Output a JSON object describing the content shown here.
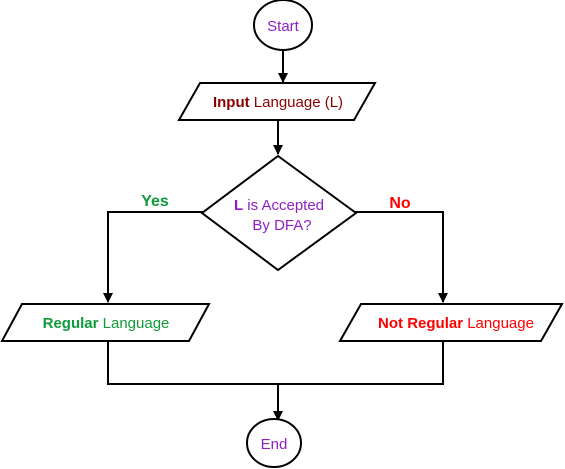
{
  "colors": {
    "stroke": "#000000",
    "purple": "#8e1fc4",
    "dark_red": "#8b0000",
    "green": "#0f9a3b",
    "red": "#ff0000"
  },
  "nodes": {
    "start": {
      "label": "Start"
    },
    "input": {
      "bold": "Input",
      "rest": " Language (L)"
    },
    "decision": {
      "line1_bold": "L",
      "line1_rest": " is Accepted",
      "line2": "By DFA?"
    },
    "regular": {
      "bold": "Regular",
      "rest": " Language"
    },
    "not_regular": {
      "bold": "Not Regular",
      "rest": " Language"
    },
    "end": {
      "label": "End"
    }
  },
  "edges": {
    "yes_label": "Yes",
    "no_label": "No"
  }
}
